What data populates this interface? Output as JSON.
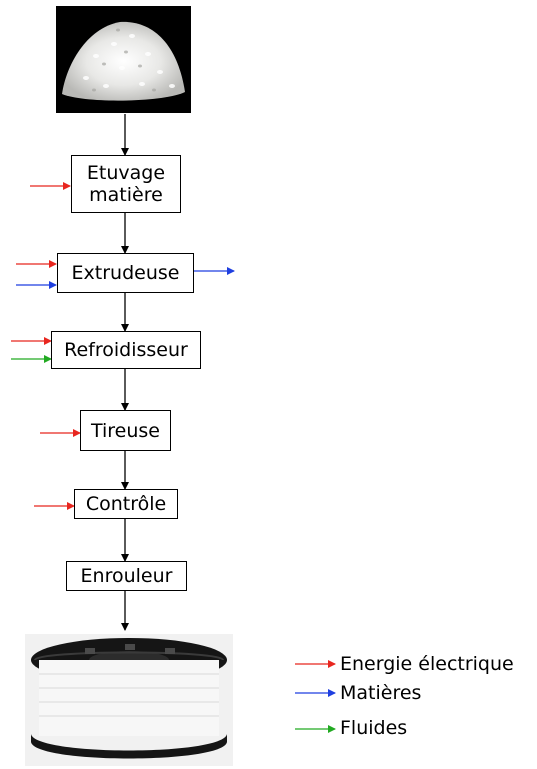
{
  "steps": [
    {
      "id": "etuvage",
      "label": "Etuvage\nmatière"
    },
    {
      "id": "extrudeuse",
      "label": "Extrudeuse"
    },
    {
      "id": "refroidisseur",
      "label": "Refroidisseur"
    },
    {
      "id": "tireuse",
      "label": "Tireuse"
    },
    {
      "id": "controle",
      "label": "Contrôle"
    },
    {
      "id": "enrouleur",
      "label": "Enrouleur"
    }
  ],
  "legend": {
    "energie": {
      "label": "Energie électrique",
      "color": "#e8261f"
    },
    "matieres": {
      "label": "Matières",
      "color": "#1f3fe0"
    },
    "fluides": {
      "label": "Fluides",
      "color": "#22aa22"
    }
  },
  "images": {
    "top": "plastic-pellets-image",
    "bottom": "filament-spool-image"
  }
}
